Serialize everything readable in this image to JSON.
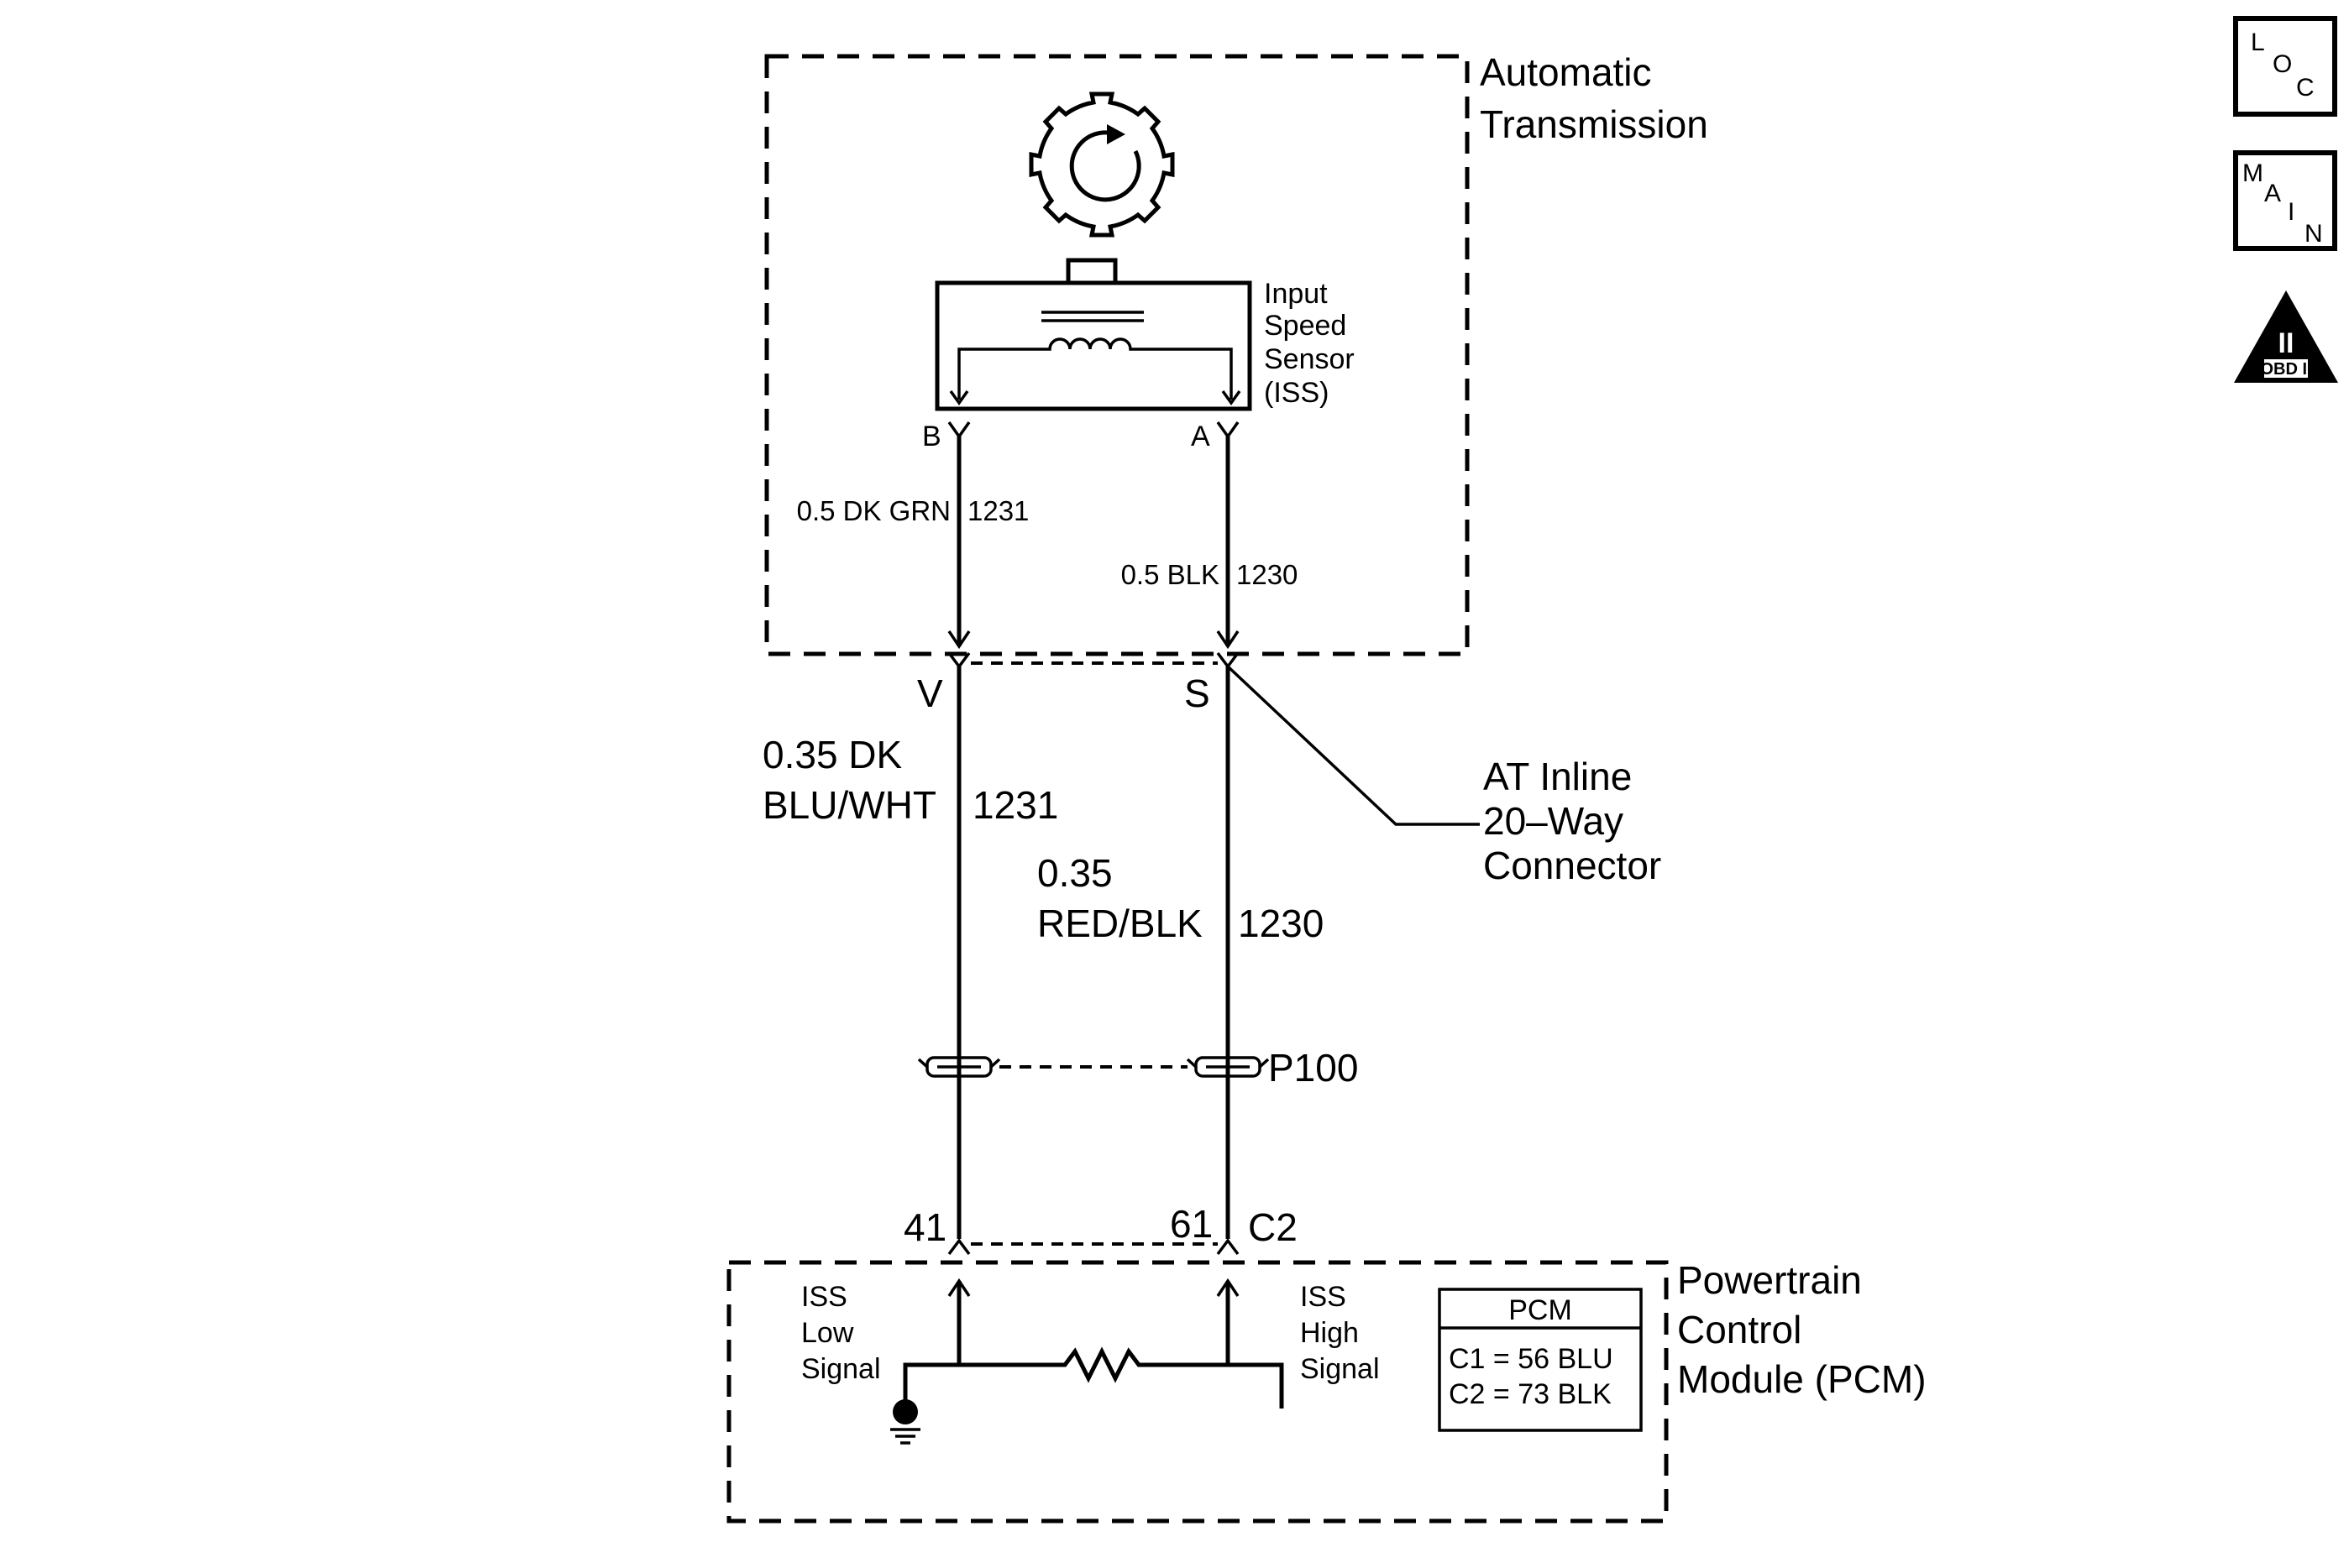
{
  "components": {
    "transmission": {
      "label_line1": "Automatic",
      "label_line2": "Transmission"
    },
    "iss": {
      "line1": "Input",
      "line2": "Speed",
      "line3": "Sensor",
      "line4": "(ISS)",
      "pin_b": "B",
      "pin_a": "A"
    },
    "inline_connector": {
      "line1": "AT Inline",
      "line2": "20–Way",
      "line3": "Connector",
      "pin_v": "V",
      "pin_s": "S"
    },
    "splice": {
      "label": "P100"
    },
    "pcm": {
      "line1": "Powertrain",
      "line2": "Control",
      "line3": "Module (PCM)",
      "pin_41": "41",
      "pin_61": "61",
      "connector": "C2",
      "low_line1": "ISS",
      "low_line2": "Low",
      "low_line3": "Signal",
      "high_line1": "ISS",
      "high_line2": "High",
      "high_line3": "Signal",
      "table_title": "PCM",
      "table_row1": "C1 = 56 BLU",
      "table_row2": "C2 = 73 BLK"
    }
  },
  "wires": {
    "inner_low": {
      "color": "0.5 DK GRN",
      "circuit": "1231"
    },
    "inner_high": {
      "color": "0.5 BLK",
      "circuit": "1230"
    },
    "outer_low": {
      "color_line1": "0.35 DK",
      "color_line2": "BLU/WHT",
      "circuit": "1231"
    },
    "outer_high": {
      "color_line1": "0.35",
      "color_line2": "RED/BLK",
      "circuit": "1230"
    }
  },
  "side_icons": {
    "loc": {
      "l1": "L",
      "l2": "O",
      "l3": "C"
    },
    "main": {
      "l1": "M",
      "l2": "A",
      "l3": "I",
      "l4": "N"
    },
    "obd": {
      "numeral": "II",
      "label": "OBD II"
    }
  }
}
